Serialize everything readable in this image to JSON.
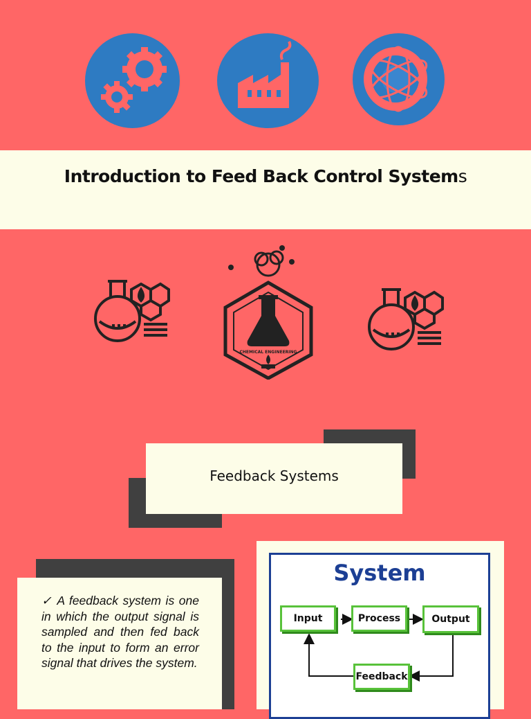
{
  "top_icons": [
    {
      "icon": "gears-icon"
    },
    {
      "icon": "factory-icon"
    },
    {
      "icon": "atom-gear-icon"
    }
  ],
  "title": {
    "main": "Introduction to Feed Back Control System",
    "tail": "s"
  },
  "chem_icons": [
    {
      "icon": "flask-molecule-icon"
    },
    {
      "icon": "chemical-engineering-emblem-icon",
      "label": "CHEMICAL ENGINEERING"
    },
    {
      "icon": "flask-molecule-icon"
    }
  ],
  "section": {
    "heading": "Feedback Systems"
  },
  "paragraph": {
    "check": "✓",
    "text": "A feedback system is one in which the output signal is sampled and then fed back to the input to form an error signal that drives the system."
  },
  "diagram": {
    "title": "System",
    "boxes": {
      "input": "Input",
      "process": "Process",
      "output": "Output",
      "feedback": "Feedback"
    },
    "colors": {
      "title": "#1c3f94",
      "box_border": "#58c23a"
    }
  },
  "colors": {
    "background": "#ff6666",
    "cream": "#fdfde8",
    "dark": "#404040",
    "icon_blue": "#2e7bc2"
  }
}
